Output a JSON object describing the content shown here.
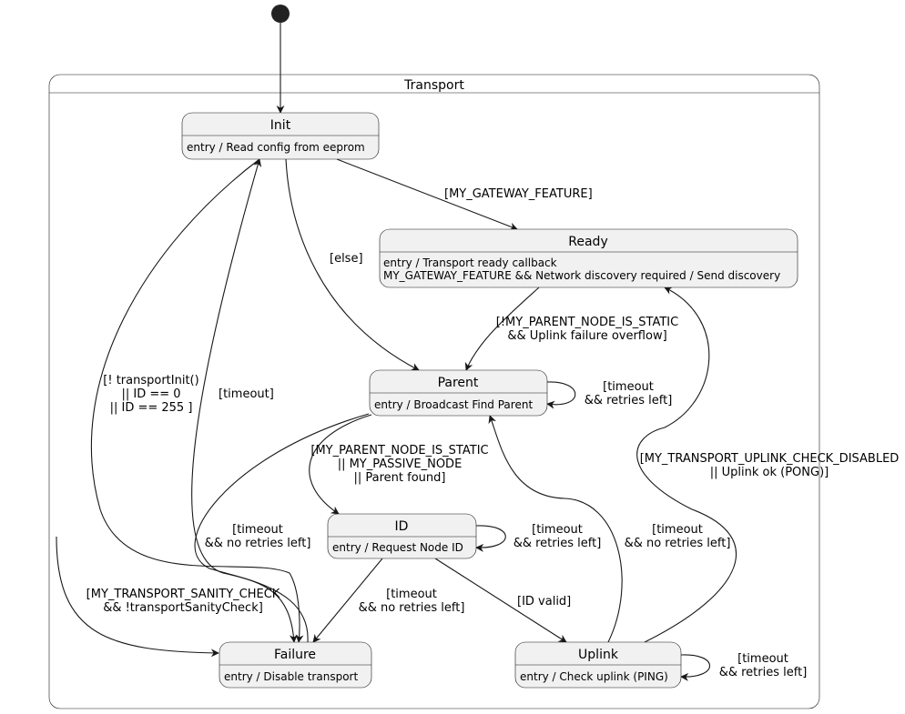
{
  "container": {
    "title": "Transport"
  },
  "states": {
    "init": {
      "name": "Init",
      "actions": [
        "entry / Read config from eeprom"
      ]
    },
    "ready": {
      "name": "Ready",
      "actions": [
        "entry / Transport ready callback",
        "MY_GATEWAY_FEATURE && Network discovery required / Send discovery"
      ]
    },
    "parent": {
      "name": "Parent",
      "actions": [
        "entry / Broadcast Find Parent"
      ]
    },
    "id": {
      "name": "ID",
      "actions": [
        "entry / Request Node ID"
      ]
    },
    "failure": {
      "name": "Failure",
      "actions": [
        "entry / Disable transport"
      ]
    },
    "uplink": {
      "name": "Uplink",
      "actions": [
        "entry / Check uplink (PING)"
      ]
    }
  },
  "transitions": {
    "init_ready": [
      "[MY_GATEWAY_FEATURE]"
    ],
    "init_parent": [
      "[else]"
    ],
    "init_failure": [
      "[! transportInit()",
      "|| ID == 0",
      "|| ID == 255 ]"
    ],
    "failure_init": [
      "[timeout]"
    ],
    "ready_parent": [
      "[!MY_PARENT_NODE_IS_STATIC",
      "&& Uplink failure overflow]"
    ],
    "parent_self": [
      "[timeout",
      "&& retries left]"
    ],
    "parent_id": [
      "[MY_PARENT_NODE_IS_STATIC",
      "|| MY_PASSIVE_NODE",
      "|| Parent found]"
    ],
    "parent_failure": [
      "[timeout",
      "&& no retries left]"
    ],
    "id_self": [
      "[timeout",
      "&& retries left]"
    ],
    "id_failure": [
      "[timeout",
      "&& no retries left]"
    ],
    "id_uplink": [
      "[ID valid]"
    ],
    "uplink_parent": [
      "[timeout",
      "&& no retries left]"
    ],
    "uplink_ready": [
      "[MY_TRANSPORT_UPLINK_CHECK_DISABLED",
      "|| Uplink ok (PONG)]"
    ],
    "uplink_self": [
      "[timeout",
      "&& retries left]"
    ],
    "sanity_failure": [
      "[MY_TRANSPORT_SANITY_CHECK",
      "&& !transportSanityCheck]"
    ]
  }
}
